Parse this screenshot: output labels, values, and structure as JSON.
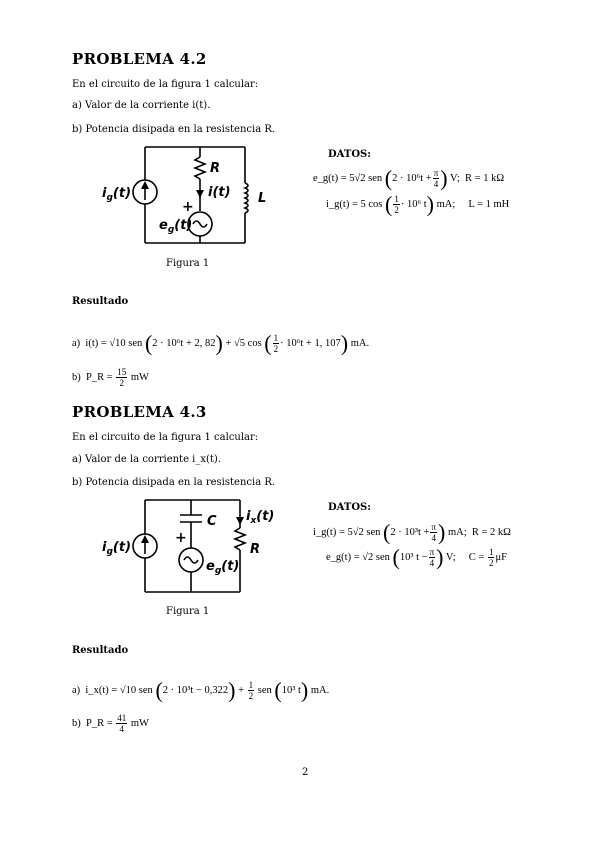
{
  "p42": {
    "title": "PROBLEMA 4.2",
    "intro": "En el circuito de la figura 1 calcular:",
    "qa": "a)  Valor de la corriente i(t).",
    "qb": "b)  Potencia disipada en la resistencia R.",
    "datos_label": "DATOS:",
    "dato1a": "e",
    "dato1_lhs": "e_g(t) = 5√2 sen",
    "dato1_inner": "2 · 10⁶t +",
    "dato1_frac_num": "π",
    "dato1_frac_den": "4",
    "dato1_unit": "V;",
    "dato1_r": "R = 1 kΩ",
    "dato2_lhs": "i_g(t) = 5 cos",
    "dato2_frac_num": "1",
    "dato2_frac_den": "2",
    "dato2_inner": "· 10⁶ t",
    "dato2_unit": "mA;",
    "dato2_r": "L = 1 mH",
    "figure_caption": "Figura 1",
    "circuit_labels": {
      "ig": "i",
      "ig_sub": "g",
      "ig_t": "(t)",
      "R": "R",
      "it": "i(t)",
      "plus": "+",
      "eg": "e",
      "eg_sub": "g",
      "eg_t": "(t)",
      "L": "L"
    },
    "result_label": "Resultado",
    "ra_prefix": "a)",
    "ra_lhs": "i(t) = √10 sen",
    "ra_inner1": "2 · 10⁶t + 2, 82",
    "ra_mid": "+ √5  cos",
    "ra_frac_num": "1",
    "ra_frac_den": "2",
    "ra_inner2": "· 10⁶t + 1, 107",
    "ra_unit": "mA.",
    "rb_prefix": "b)",
    "rb_lhs": "P_R =",
    "rb_num": "15",
    "rb_den": "2",
    "rb_unit": "mW"
  },
  "p43": {
    "title": "PROBLEMA 4.3",
    "intro": "En el circuito de la figura 1 calcular:",
    "qa": "a)  Valor de la corriente i_x(t).",
    "qb": "b)  Potencia disipada en la resistencia R.",
    "datos_label": "DATOS:",
    "dato1_lhs": "i_g(t) = 5√2 sen",
    "dato1_inner": "2 · 10³t +",
    "dato1_frac_num": "π",
    "dato1_frac_den": "4",
    "dato1_unit": "mA;",
    "dato1_r": "R = 2 kΩ",
    "dato2_lhs": "e_g(t) = √2 sen",
    "dato2_inner": "10³ t −",
    "dato2_frac_num": "π",
    "dato2_frac_den": "4",
    "dato2_unit": "V;",
    "dato2_r_lhs": "C =",
    "dato2_r_num": "1",
    "dato2_r_den": "2",
    "dato2_r_unit": "μF",
    "figure_caption": "Figura 1",
    "circuit_labels": {
      "ig": "i",
      "ig_sub": "g",
      "ig_t": "(t)",
      "C": "C",
      "ix": "i",
      "ix_sub": "x",
      "ix_t": "(t)",
      "plus": "+",
      "R": "R",
      "eg": "e",
      "eg_sub": "g",
      "eg_t": "(t)"
    },
    "result_label": "Resultado",
    "ra_prefix": "a)",
    "ra_lhs": "i_x(t) = √10 sen",
    "ra_inner1": "2 · 10³t − 0,322",
    "ra_mid": "+",
    "ra_frac_num": "1",
    "ra_frac_den": "2",
    "ra_mid2": "sen",
    "ra_inner2": "10³ t",
    "ra_unit": "mA.",
    "rb_prefix": "b)",
    "rb_lhs": "P_R =",
    "rb_num": "41",
    "rb_den": "4",
    "rb_unit": "mW"
  },
  "page_number": "2"
}
